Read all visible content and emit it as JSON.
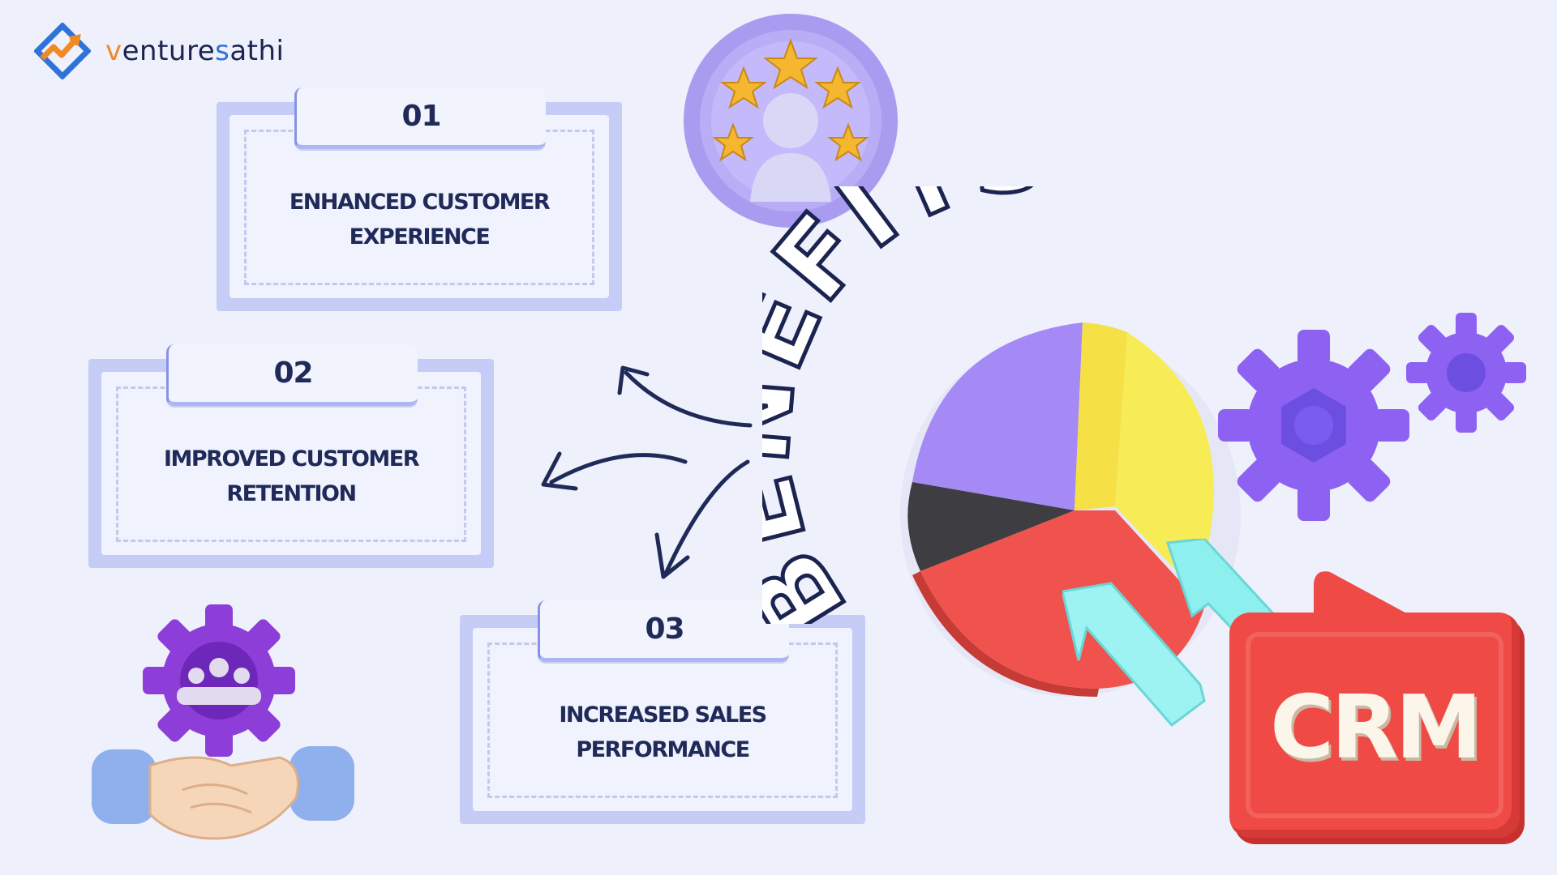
{
  "logo": {
    "prefix_o": "v",
    "mid": "enture",
    "accent_b": "s",
    "suffix": "athi"
  },
  "headline": "BENEFITS",
  "cards": [
    {
      "number": "01",
      "title": "ENHANCED CUSTOMER EXPERIENCE",
      "line1": "ENHANCED CUSTOMER",
      "line2": "EXPERIENCE"
    },
    {
      "number": "02",
      "title": "IMPROVED CUSTOMER RETENTION",
      "line1": "IMPROVED CUSTOMER",
      "line2": "RETENTION"
    },
    {
      "number": "03",
      "title": "INCREASED SALES PERFORMANCE",
      "line1": "INCREASED SALES",
      "line2": "PERFORMANCE"
    }
  ],
  "crm_label": "CRM",
  "icons": [
    "venturesathi-logo-icon",
    "rating-stars-badge-icon",
    "gear-icon",
    "pie-chart-icon",
    "swap-arrows-icon",
    "crm-sign-icon",
    "handshake-icon",
    "team-gear-icon",
    "curved-arrow-icon"
  ],
  "colors": {
    "navy": "#1f2a58",
    "card_border": "#c5ccf5",
    "accent_purple": "#8a62f0",
    "crm_red": "#ef4a45",
    "yellow": "#f6e63a",
    "cyan": "#8ef0ee"
  }
}
